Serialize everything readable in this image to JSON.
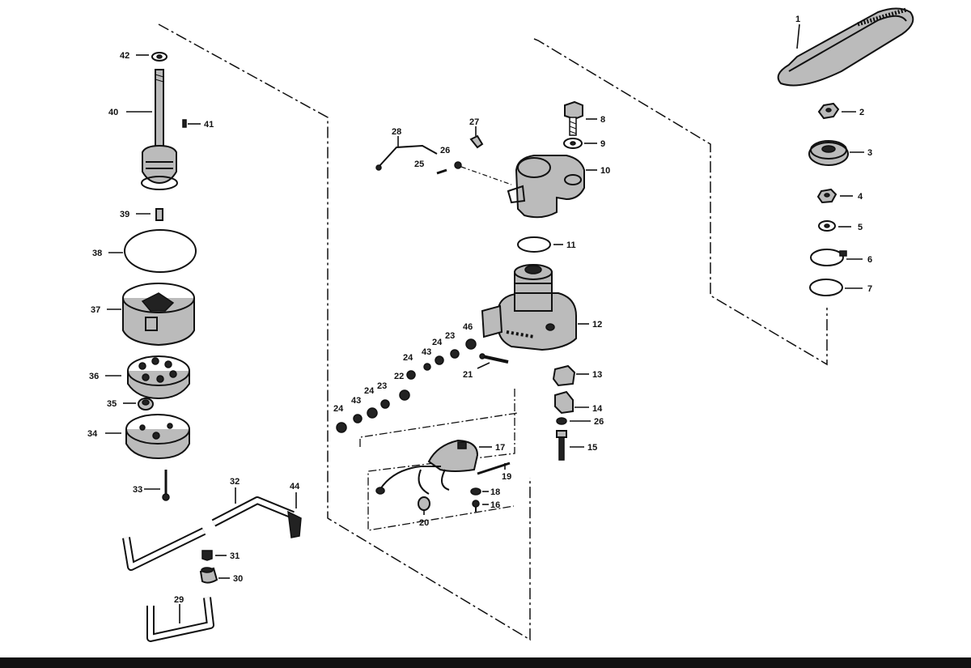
{
  "labels": {
    "p1": "1",
    "p2": "2",
    "p3": "3",
    "p4": "4",
    "p5": "5",
    "p6": "6",
    "p7": "7",
    "p8": "8",
    "p9": "9",
    "p10": "10",
    "p11": "11",
    "p12": "12",
    "p13": "13",
    "p14": "14",
    "p15": "15",
    "p16": "16",
    "p17": "17",
    "p18": "18",
    "p19": "19",
    "p20": "20",
    "p21": "21",
    "p22": "22",
    "p23a": "23",
    "p23b": "23",
    "p24a": "24",
    "p24b": "24",
    "p24c": "24",
    "p24d": "24",
    "p25": "25",
    "p26a": "26",
    "p26b": "26",
    "p27": "27",
    "p28": "28",
    "p29": "29",
    "p30": "30",
    "p31": "31",
    "p32": "32",
    "p33": "33",
    "p34": "34",
    "p35": "35",
    "p36": "36",
    "p37": "37",
    "p38": "38",
    "p39": "39",
    "p40": "40",
    "p41": "41",
    "p42": "42",
    "p43a": "43",
    "p43b": "43",
    "p44": "44",
    "p46": "46"
  }
}
